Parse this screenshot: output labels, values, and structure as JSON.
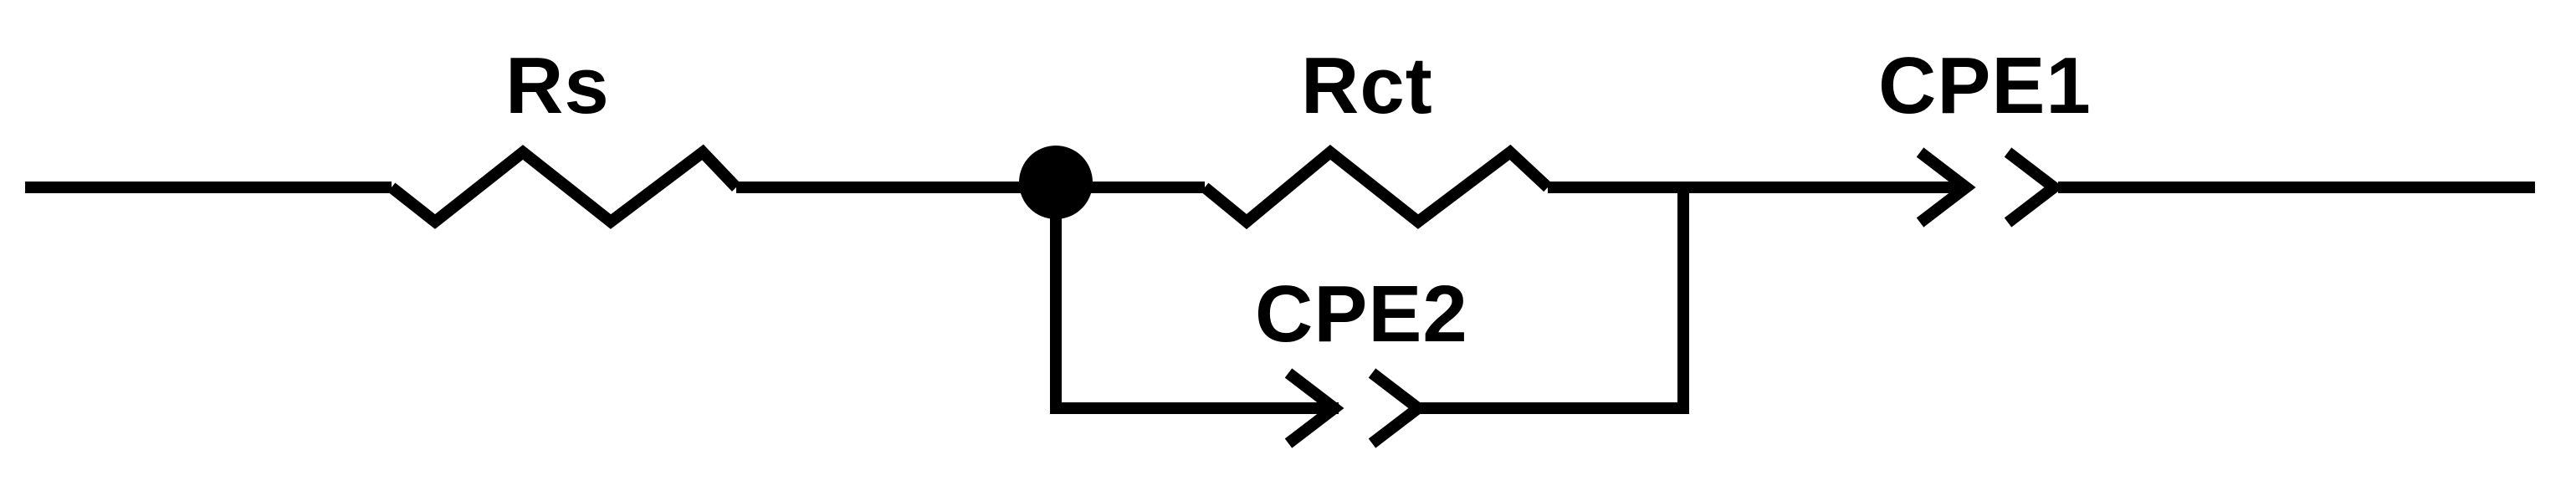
{
  "labels": {
    "rs": "Rs",
    "rct": "Rct",
    "cpe1": "CPE1",
    "cpe2": "CPE2"
  },
  "colors": {
    "stroke": "#000000",
    "background": "#ffffff"
  }
}
